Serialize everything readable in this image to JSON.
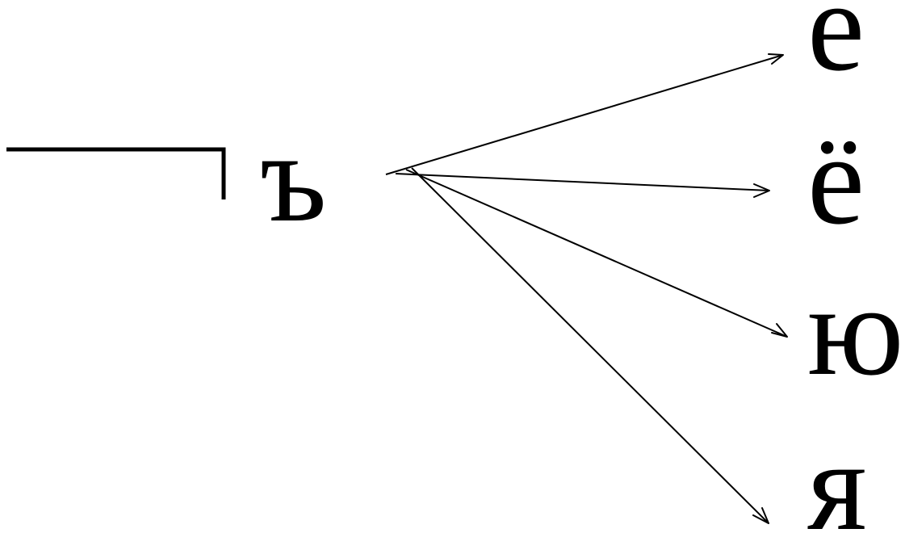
{
  "diagram": {
    "source_letter": "ъ",
    "target_letters": [
      "е",
      "ё",
      "ю",
      "я"
    ],
    "colors": {
      "ink": "#000000",
      "background": "#ffffff"
    }
  }
}
